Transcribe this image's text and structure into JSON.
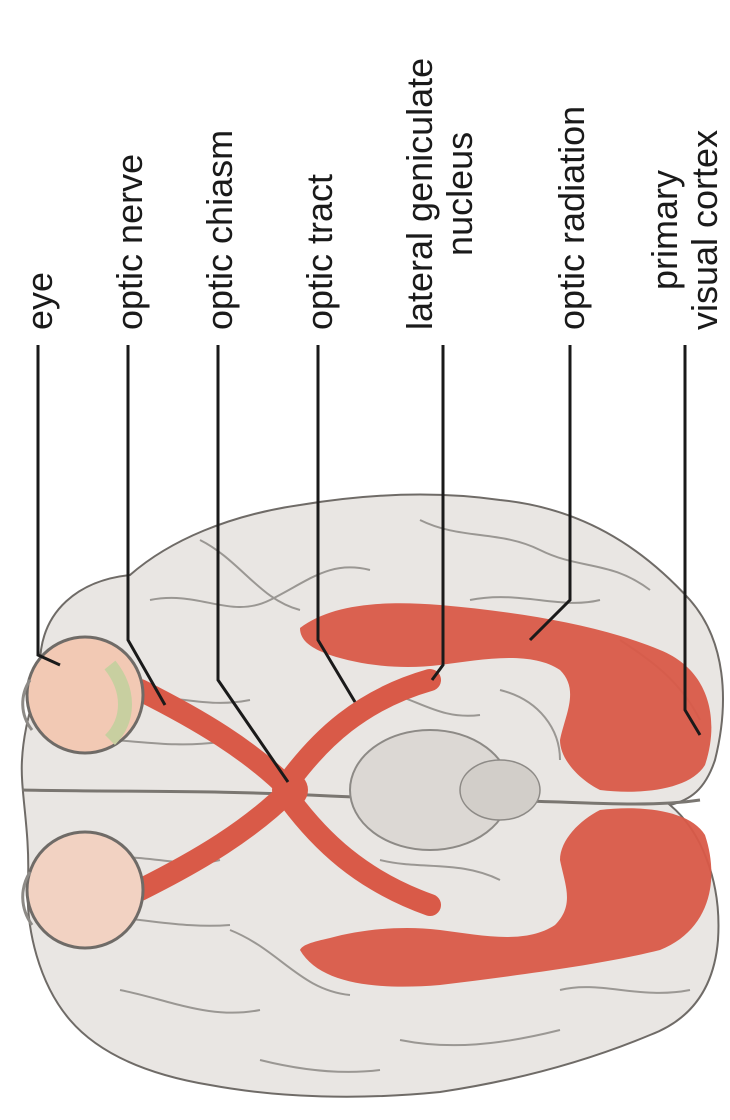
{
  "labels": {
    "eye": "eye",
    "optic_nerve": "optic nerve",
    "optic_chiasm": "optic chiasm",
    "optic_tract": "optic tract",
    "lgn_line1": "lateral geniculate",
    "lgn_line2": "nucleus",
    "optic_radiation": "optic radiation",
    "cortex_line1": "primary",
    "cortex_line2": "visual cortex"
  },
  "colors": {
    "pathway": "#d95a48",
    "brain": "#e9e6e3",
    "brain_shadow": "#b9b4af",
    "sulcus": "#8d8a86",
    "eye_fill": "#f2c9b4",
    "eye_tint": "#c8cfa0",
    "leader": "#1a1a1a"
  }
}
